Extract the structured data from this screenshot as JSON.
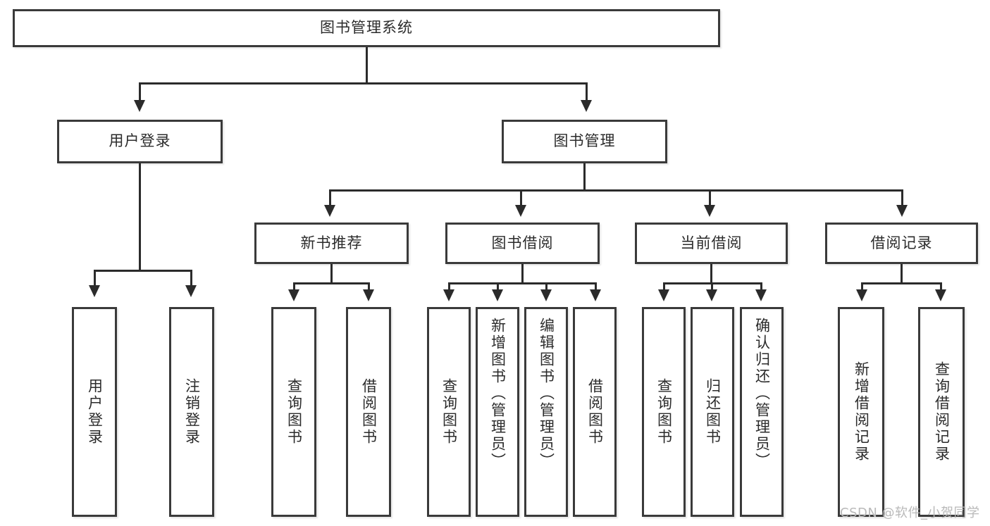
{
  "diagram": {
    "type": "tree-hierarchy",
    "title": "图书管理系统",
    "watermark": "CSDN @软件_小贺同学",
    "colors": {
      "stroke": "#2b2b2b",
      "box_border": "#3a3a3a",
      "background": "#ffffff",
      "text": "#2b2b2b",
      "watermark": "#b9b9b9"
    },
    "levels": {
      "root": "图书管理系统",
      "level2": [
        "用户登录",
        "图书管理"
      ],
      "level3": [
        "新书推荐",
        "图书借阅",
        "当前借阅",
        "借阅记录"
      ]
    },
    "nodes": {
      "root": {
        "label": "图书管理系统"
      },
      "user_login": {
        "label": "用户登录"
      },
      "book_mgmt": {
        "label": "图书管理"
      },
      "new_book_rec": {
        "label": "新书推荐"
      },
      "book_borrow": {
        "label": "图书借阅"
      },
      "current_borrow": {
        "label": "当前借阅"
      },
      "borrow_record": {
        "label": "借阅记录"
      },
      "leaf_01": {
        "label": "用户登录"
      },
      "leaf_02": {
        "label": "注销登录"
      },
      "leaf_03": {
        "label": "查询图书"
      },
      "leaf_04": {
        "label": "借阅图书"
      },
      "leaf_05": {
        "label": "查询图书"
      },
      "leaf_06": {
        "label": "新增图书（管理员）"
      },
      "leaf_07": {
        "label": "编辑图书（管理员）"
      },
      "leaf_08": {
        "label": "借阅图书"
      },
      "leaf_09": {
        "label": "查询图书"
      },
      "leaf_10": {
        "label": "归还图书"
      },
      "leaf_11": {
        "label": "确认归还（管理员）"
      },
      "leaf_12": {
        "label": "新增借阅记录"
      },
      "leaf_13": {
        "label": "查询借阅记录"
      }
    },
    "edges": [
      {
        "from": "图书管理系统",
        "to": "用户登录"
      },
      {
        "from": "图书管理系统",
        "to": "图书管理"
      },
      {
        "from": "用户登录",
        "to": "用户登录"
      },
      {
        "from": "用户登录",
        "to": "注销登录"
      },
      {
        "from": "图书管理",
        "to": "新书推荐"
      },
      {
        "from": "图书管理",
        "to": "图书借阅"
      },
      {
        "from": "图书管理",
        "to": "当前借阅"
      },
      {
        "from": "图书管理",
        "to": "借阅记录"
      },
      {
        "from": "新书推荐",
        "to": "查询图书"
      },
      {
        "from": "新书推荐",
        "to": "借阅图书"
      },
      {
        "from": "图书借阅",
        "to": "查询图书"
      },
      {
        "from": "图书借阅",
        "to": "新增图书（管理员）"
      },
      {
        "from": "图书借阅",
        "to": "编辑图书（管理员）"
      },
      {
        "from": "图书借阅",
        "to": "借阅图书"
      },
      {
        "from": "当前借阅",
        "to": "查询图书"
      },
      {
        "from": "当前借阅",
        "to": "归还图书"
      },
      {
        "from": "当前借阅",
        "to": "确认归还（管理员）"
      },
      {
        "from": "借阅记录",
        "to": "新增借阅记录"
      },
      {
        "from": "借阅记录",
        "to": "查询借阅记录"
      }
    ]
  }
}
